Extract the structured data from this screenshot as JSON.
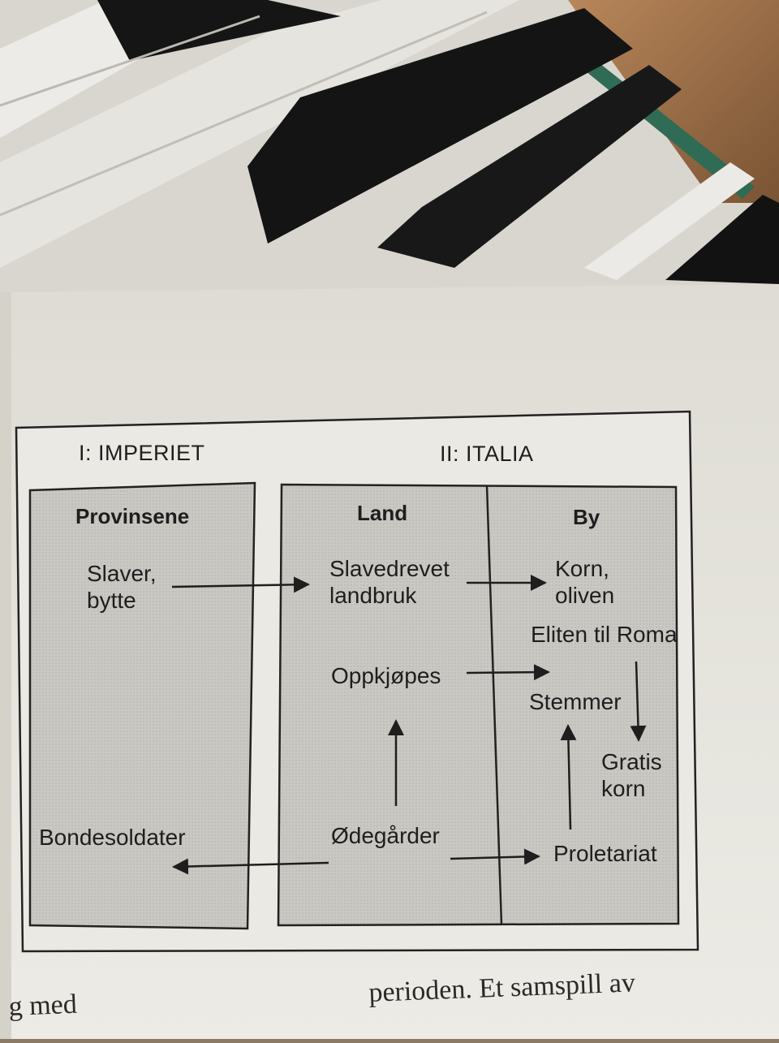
{
  "diagram": {
    "section_imperiet": "I: IMPERIET",
    "section_italia": "II: ITALIA",
    "col_provinsene": "Provinsene",
    "col_land": "Land",
    "col_by": "By",
    "nodes": {
      "slaver_bytte": "Slaver,\nbytte",
      "bondesoldater": "Bondesoldater",
      "slavedrevet_landbruk": "Slavedrevet\nlandbruk",
      "oppkjopes": "Oppkjøpes",
      "odegarder": "Ødegårder",
      "korn_oliven": "Korn,\noliven",
      "eliten_til_roma": "Eliten til Roma",
      "stemmer": "Stemmer",
      "gratis_korn": "Gratis\nkorn",
      "proletariat": "Proletariat"
    }
  },
  "page_text": {
    "left_fragment": "g med",
    "right_fragment": "perioden. Et samspill av"
  },
  "colors": {
    "paper": "#e9e7e0",
    "panel_fill": "#c9c7c2",
    "ink": "#1e1e1e"
  }
}
